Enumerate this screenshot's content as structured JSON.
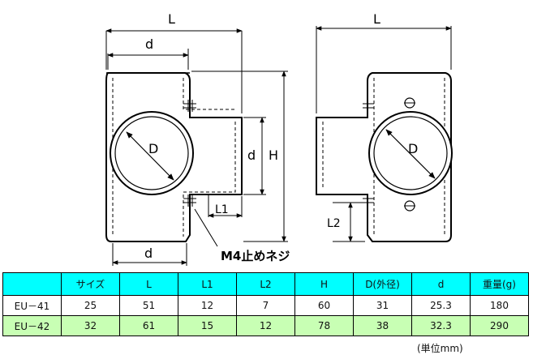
{
  "drawing": {
    "left_view": {
      "L": "L",
      "d_top": "d",
      "D": "D",
      "d_side": "d",
      "H": "H",
      "L1": "L1",
      "d_bottom": "d"
    },
    "callout": "M4止めネジ",
    "right_view": {
      "L": "L",
      "D": "D",
      "L2": "L2"
    }
  },
  "table": {
    "headers": [
      "",
      "サイズ",
      "L",
      "L1",
      "L2",
      "H",
      "D(外径)",
      "d",
      "重量(g)"
    ],
    "rows": [
      [
        "EU－41",
        "25",
        "51",
        "12",
        "7",
        "60",
        "31",
        "25.3",
        "180"
      ],
      [
        "EU－42",
        "32",
        "61",
        "15",
        "12",
        "78",
        "38",
        "32.3",
        "290"
      ]
    ]
  },
  "unit_note": "(単位mm)",
  "colors": {
    "header_bg": "#00ffff",
    "row2_bg": "#c8ffb4",
    "line": "#000000"
  }
}
